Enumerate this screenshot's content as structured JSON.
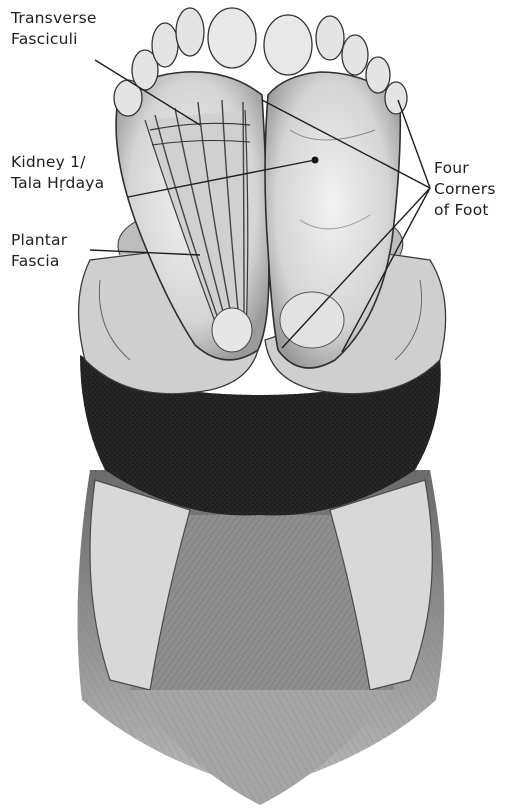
{
  "labels": {
    "transverse_fasciculi": [
      "Transverse",
      "Fasciculi"
    ],
    "kidney_point": [
      "Kidney 1/",
      "Tala Hṛdaya"
    ],
    "plantar_fascia": [
      "Plantar",
      "Fascia"
    ],
    "four_corners": [
      "Four",
      "Corners",
      "of Foot"
    ]
  },
  "colors": {
    "ink": "#1e1e1e",
    "skin_light": "#ececec",
    "skin_mid": "#c8c8c8",
    "shade": "#8a8a8a",
    "band": "#2b2b2b",
    "background": "#ffffff"
  },
  "illustration": "pencil-sketch-soles-of-feet"
}
